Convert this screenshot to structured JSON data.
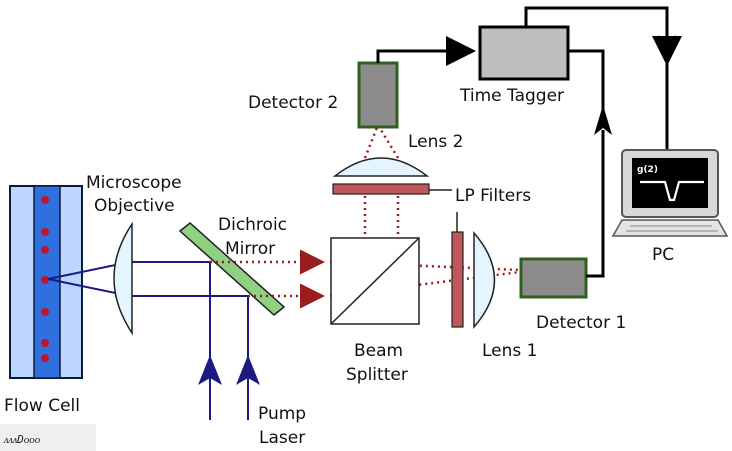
{
  "labels": {
    "microscope_objective_line1": "Microscope",
    "microscope_objective_line2": "Objective",
    "dichroic_line1": "Dichroic",
    "dichroic_line2": "Mirror",
    "detector2": "Detector 2",
    "time_tagger": "Time Tagger",
    "lens2": "Lens 2",
    "lp_filters": "LP Filters",
    "pc": "PC",
    "detector1": "Detector 1",
    "lens1": "Lens 1",
    "beam_splitter_line1": "Beam",
    "beam_splitter_line2": "Splitter",
    "flow_cell": "Flow Cell",
    "pump_laser_line1": "Pump",
    "pump_laser_line2": "Laser",
    "monitor_text": "g(2)",
    "scale_text": "ᴧᴧᴧDᴏᴏᴏ"
  },
  "colors": {
    "beam_blue": "#1a1a80",
    "fluorescence_red": "#9b1c1c",
    "filter_fill": "#c0575d",
    "mirror_fill": "#8fd082",
    "detector_fill": "#8c8c8c",
    "detector_border": "#2f5f1f",
    "cell_blue": "#2f6fe0",
    "lens_fill": "#e4f5ff",
    "arrow_black": "#000000"
  },
  "icons": [
    "computer-icon",
    "detector-icon",
    "lens-icon",
    "mirror-icon",
    "beam-splitter-icon"
  ]
}
